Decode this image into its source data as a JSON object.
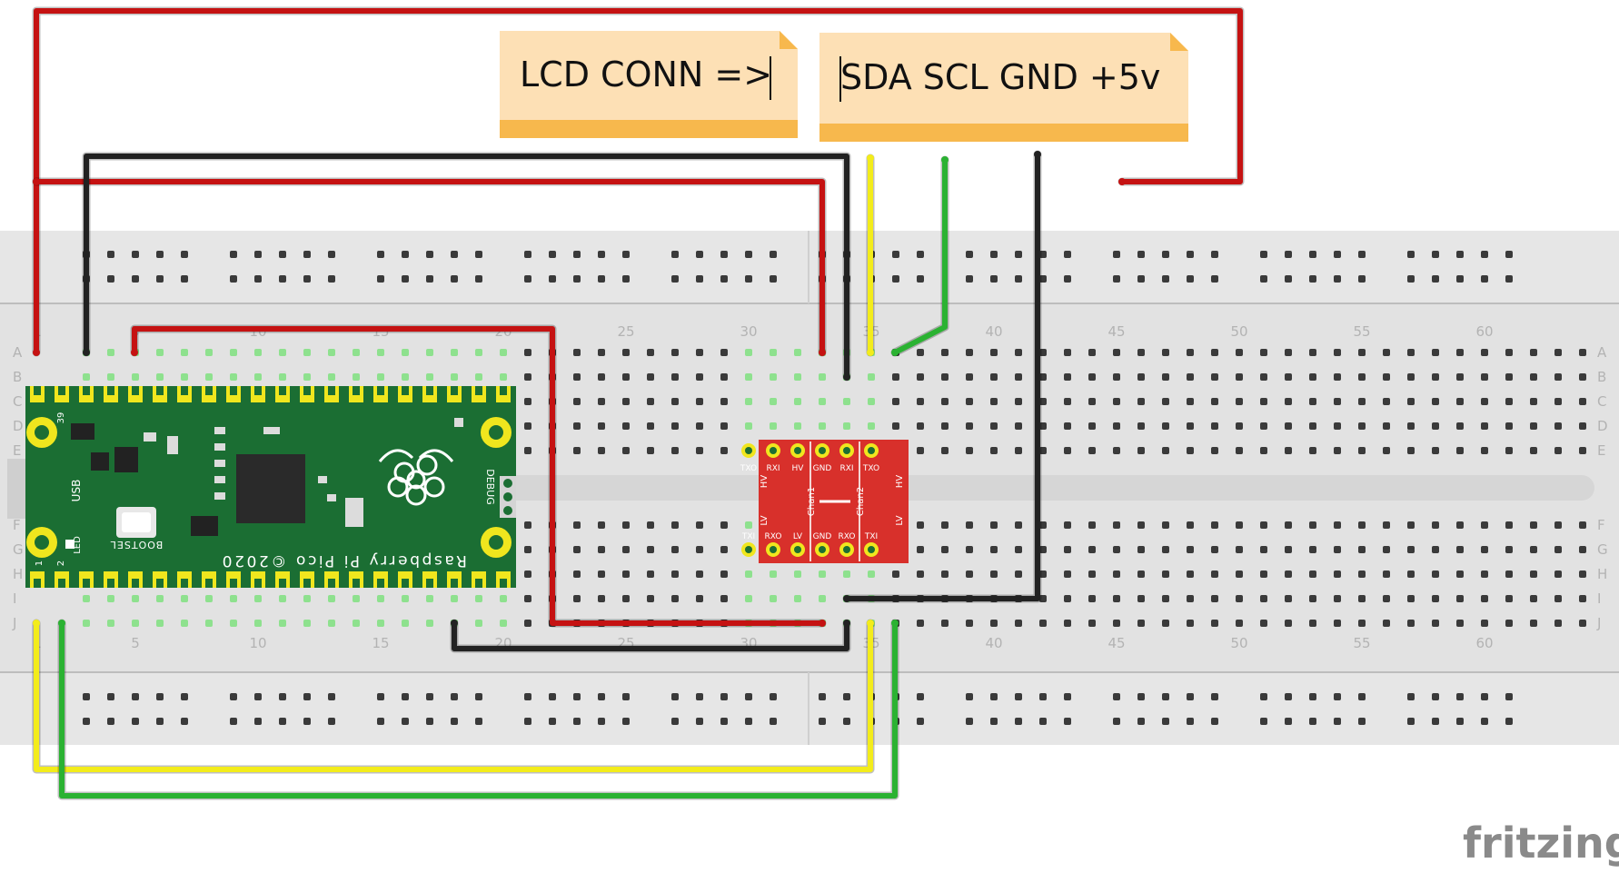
{
  "notes": [
    {
      "text": "LCD CONN =>"
    },
    {
      "text": "SDA SCL GND +5v"
    }
  ],
  "breadboard": {
    "row_letters": [
      "A",
      "B",
      "C",
      "D",
      "E",
      "F",
      "G",
      "H",
      "I",
      "J"
    ],
    "column_numbers": [
      "1",
      "5",
      "10",
      "15",
      "20",
      "25",
      "30",
      "35",
      "40",
      "45",
      "50",
      "55",
      "60"
    ]
  },
  "pico": {
    "board_name": "Raspberry Pi Pico ©2020",
    "usb_label": "USB",
    "led_label": "LED",
    "bootsel_label": "BOOTSEL",
    "debug_label": "DEBUG",
    "pin_39": "39",
    "pin_1": "1",
    "pin_2": "2"
  },
  "level_shifter": {
    "top_labels": [
      "TXO",
      "RXI",
      "HV",
      "GND",
      "RXI",
      "TXO"
    ],
    "bottom_labels": [
      "TXI",
      "RXO",
      "LV",
      "GND",
      "RXO",
      "TXI"
    ],
    "chan1": "Chan1",
    "chan2": "Chan2",
    "hv": "HV",
    "lv": "LV"
  },
  "colors": {
    "wire_red": "#c51212",
    "wire_black": "#222222",
    "wire_yellow": "#f3ec1b",
    "wire_green": "#2bb232",
    "pcb_green": "#1b6e33",
    "shifter_red": "#d8302b",
    "note_fill": "#fde0b5",
    "note_bar": "#f7b84d"
  },
  "logo": "fritzing"
}
